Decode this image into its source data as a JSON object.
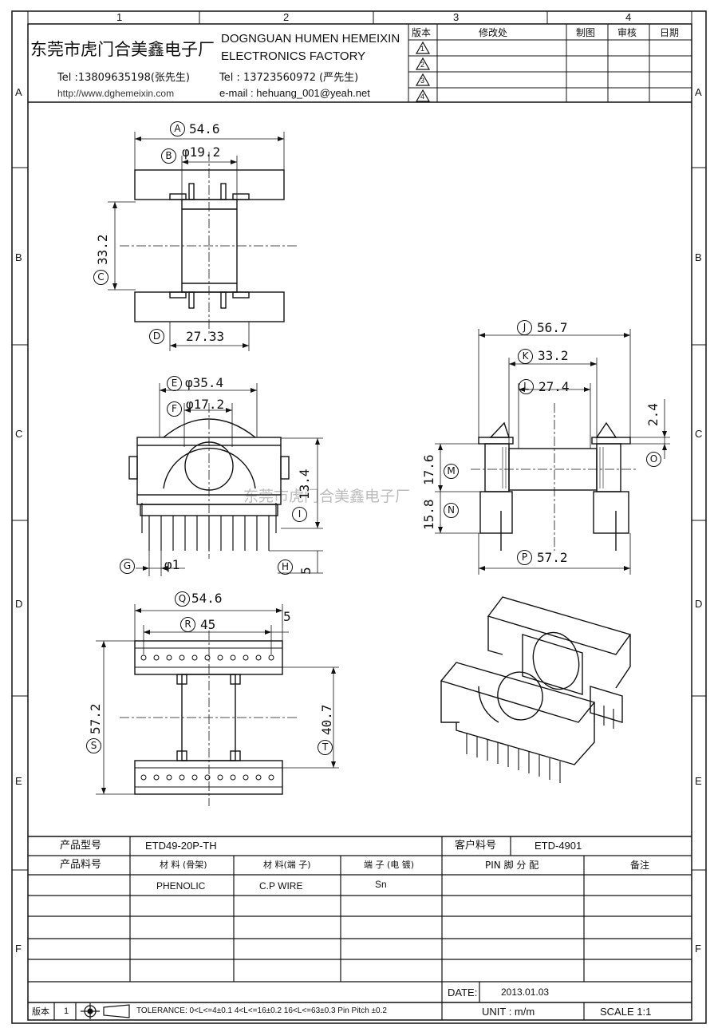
{
  "grid": {
    "col_labels": [
      "1",
      "2",
      "3",
      "4"
    ],
    "row_labels": [
      "A",
      "B",
      "C",
      "D",
      "E",
      "F"
    ]
  },
  "company": {
    "name_cn": "东莞市虎门合美鑫电子厂",
    "name_en_1": "DOGNGUAN HUMEN HEMEIXIN",
    "name_en_2": "ELECTRONICS FACTORY",
    "tel1": "Tel :13809635198(张先生)",
    "tel2": "Tel : 13723560972 (严先生)",
    "url": "http://www.dghemeixin.com",
    "email": "e-mail : hehuang_001@yeah.net"
  },
  "revision_table": {
    "headers": [
      "版本",
      "修改处",
      "制图",
      "审核",
      "日期"
    ],
    "rows": [
      "1",
      "2",
      "3",
      "4"
    ]
  },
  "dimensions": {
    "A": "54.6",
    "B": "φ19.2",
    "C": "33.2",
    "D": "27.33",
    "E": "φ35.4",
    "F": "φ17.2",
    "G": "φ1",
    "H": "5",
    "I": "13.4",
    "J": "56.7",
    "K": "33.2",
    "L": "27.4",
    "M": "17.6",
    "N": "15.8",
    "O": "2.4",
    "P": "57.2",
    "Q": "54.6",
    "R": "45",
    "R_side": "5",
    "S": "57.2",
    "T": "40.7"
  },
  "watermark": "东莞市虎门合美鑫电子厂",
  "title_block": {
    "product_model_label": "产品型号",
    "product_model": "ETD49-20P-TH",
    "customer_pn_label": "客户料号",
    "customer_pn": "ETD-4901",
    "product_pn_label": "产品料号",
    "material_bobbin_label": "材 料 (骨架)",
    "material_pin_label": "材 料(端 子)",
    "terminal_plating_label": "端 子 (电 镀)",
    "pin_assign_label": "PIN 脚 分 配",
    "remark_label": "备注",
    "material_bobbin": "PHENOLIC",
    "material_pin": "C.P WIRE",
    "terminal_plating": "Sn",
    "date_label": "DATE:",
    "date": "2013.01.03",
    "version_label": "版本",
    "version": "1",
    "tolerance": "TOLERANCE: 0<L<=4±0.1  4<L<=16±0.2  16<L<=63±0.3  Pin Pitch  ±0.2",
    "unit": "UNIT : m/m",
    "scale": "SCALE   1:1"
  }
}
